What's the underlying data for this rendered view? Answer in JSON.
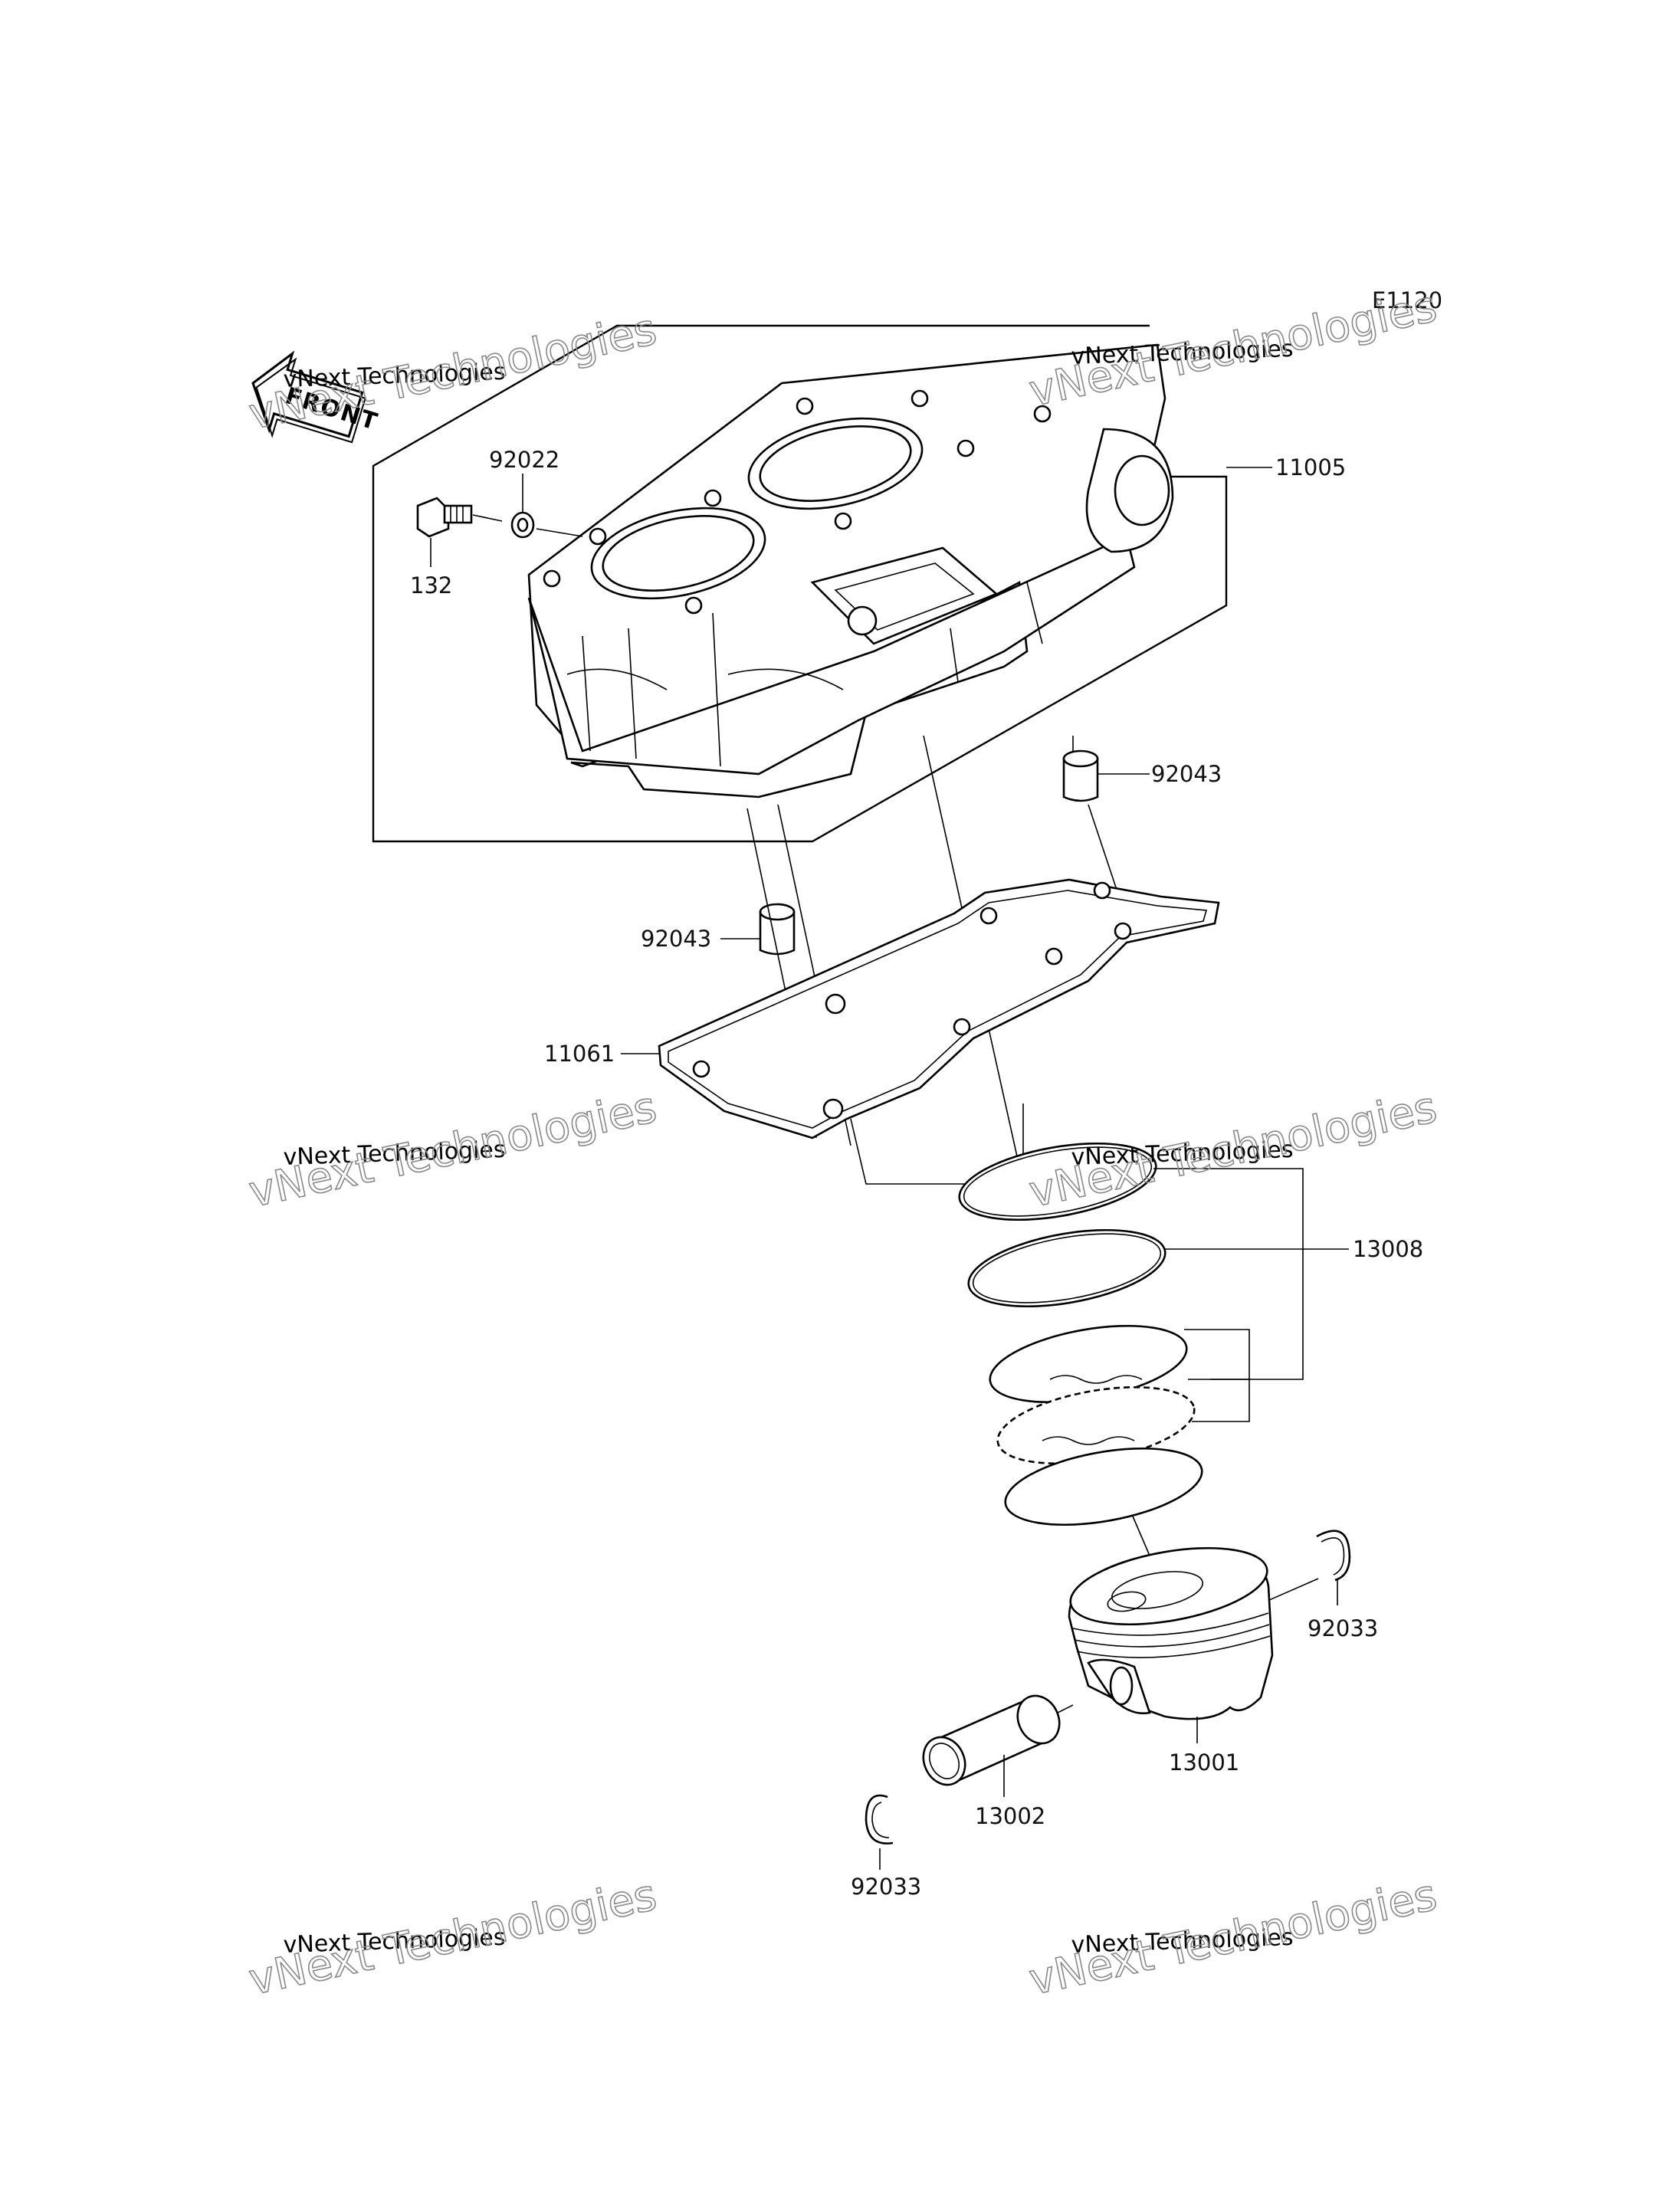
{
  "diagram_code": "E1120",
  "front_arrow": {
    "text": "FRONT",
    "icon": "front-direction-arrow-icon"
  },
  "callouts": [
    {
      "id": "11005",
      "label": "11005"
    },
    {
      "id": "92022",
      "label": "92022"
    },
    {
      "id": "132",
      "label": "132"
    },
    {
      "id": "92043_upper",
      "label": "92043"
    },
    {
      "id": "92043_lower",
      "label": "92043"
    },
    {
      "id": "11061",
      "label": "11061"
    },
    {
      "id": "13008",
      "label": "13008"
    },
    {
      "id": "92033_right",
      "label": "92033"
    },
    {
      "id": "13001",
      "label": "13001"
    },
    {
      "id": "13002",
      "label": "13002"
    },
    {
      "id": "92033_left",
      "label": "92033"
    }
  ],
  "watermark": {
    "line1": "vNext Technologies",
    "line2": "vNext Technologies"
  }
}
